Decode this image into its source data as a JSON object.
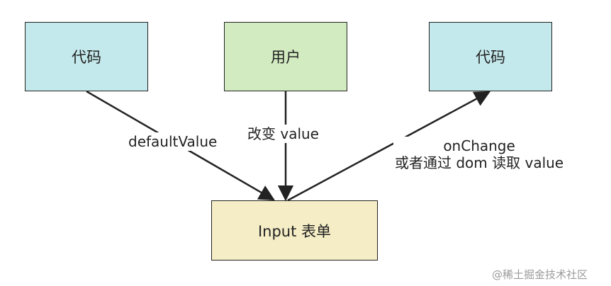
{
  "nodes": {
    "code_left": "代码",
    "user": "用户",
    "code_right": "代码",
    "input": "Input 表单"
  },
  "edges": {
    "default_value": "defaultValue",
    "change_value": "改变 value",
    "on_change_line1": "onChange",
    "on_change_line2": "或者通过 dom 读取 value"
  },
  "watermark": "@稀土掘金技术社区",
  "colors": {
    "code_box": "#c4e9ec",
    "user_box": "#d2ebc0",
    "input_box": "#f5edc6",
    "stroke": "#222222"
  }
}
